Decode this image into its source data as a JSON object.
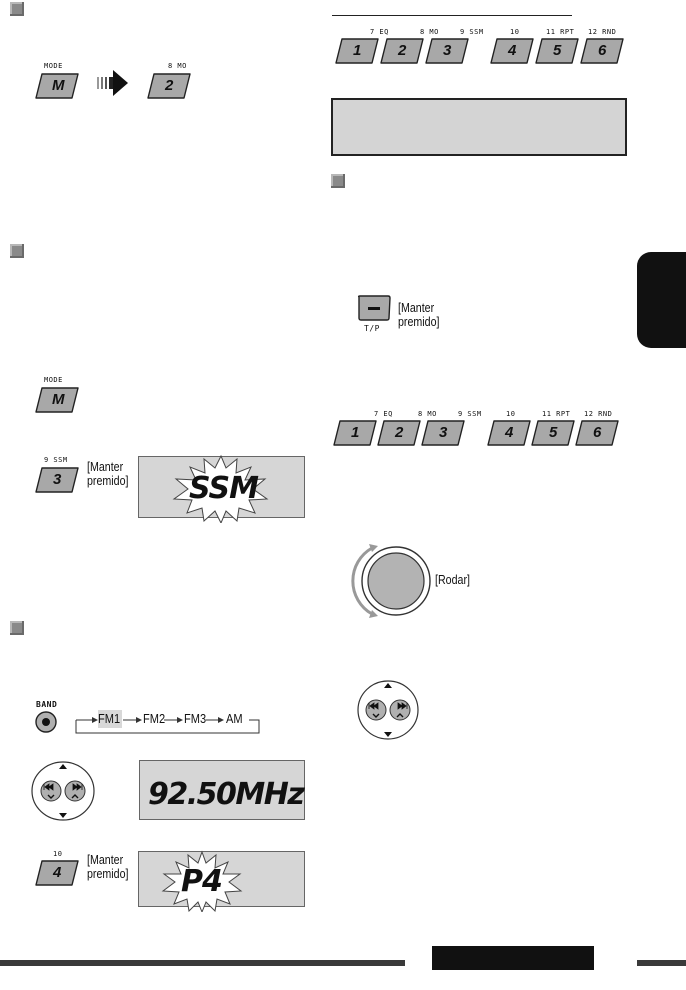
{
  "left": {
    "section1": {
      "mode_caption": "MODE",
      "mode_key": "M",
      "key2_caption": "8 MO",
      "key2_label": "2"
    },
    "section2": {
      "mode_caption": "MODE",
      "mode_key": "M",
      "key3_caption": "9 SSM",
      "key3_label": "3",
      "hold_label_1": "[Manter",
      "hold_label_2": "premido]",
      "display_text": "SSM"
    },
    "section3": {
      "band_caption": "BAND",
      "chain": [
        "FM1",
        "FM2",
        "FM3",
        "AM"
      ],
      "frequency": "92.50MHz",
      "key4_caption": "10",
      "key4_label": "4",
      "hold_label_1": "[Manter",
      "hold_label_2": "premido]",
      "preset_text": "P4"
    }
  },
  "right": {
    "preset_row_1": {
      "captions": [
        "7 EQ",
        "8 MO",
        "9 SSM",
        "10",
        "11 RPT",
        "12 RND"
      ],
      "keys": [
        "1",
        "2",
        "3",
        "4",
        "5",
        "6"
      ]
    },
    "tp": {
      "key_label": "T/P",
      "hold_label_1": "[Manter",
      "hold_label_2": "premido]"
    },
    "preset_row_2": {
      "captions": [
        "7 EQ",
        "8 MO",
        "9 SSM",
        "10",
        "11 RPT",
        "12 RND"
      ],
      "keys": [
        "1",
        "2",
        "3",
        "4",
        "5",
        "6"
      ]
    },
    "dial_label": "[Rodar]"
  },
  "colors": {
    "key_fill": "#a8a8a8",
    "lcd_fill": "#d6d6d6",
    "gray_box": "#d4d4d4",
    "tab": "#111111"
  }
}
